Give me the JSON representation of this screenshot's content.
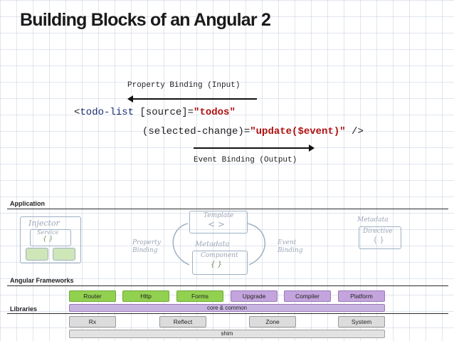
{
  "title": "Building Blocks of an Angular 2",
  "binding": {
    "property_caption": "Property Binding (Input)",
    "event_caption": "Event Binding (Output)",
    "code_line1": {
      "open": "<",
      "tag": "todo-list",
      "attr": " [source]=",
      "value": "\"todos\""
    },
    "code_line2": {
      "attr": "(selected-change)=",
      "value": "\"update($event)\"",
      "close": " />"
    }
  },
  "sections": {
    "application": "Application",
    "frameworks": "Angular Frameworks",
    "libraries": "Libraries"
  },
  "sketch": {
    "injector": "Injector",
    "service": "Service",
    "braces": "{ }",
    "template": "Template",
    "angle_brackets": "< >",
    "metadata_center": "Metadata",
    "component": "Component",
    "property_binding_1": "Property",
    "property_binding_2": "Binding",
    "event_binding_1": "Event",
    "event_binding_2": "Binding",
    "metadata_right": "Metadata",
    "directive": "Directive"
  },
  "frameworks": [
    {
      "label": "Router",
      "color": "#92d050"
    },
    {
      "label": "Http",
      "color": "#92d050"
    },
    {
      "label": "Forms",
      "color": "#92d050"
    },
    {
      "label": "Upgrade",
      "color": "#c3a4dc"
    },
    {
      "label": "Compiler",
      "color": "#c3a4dc"
    },
    {
      "label": "Platform",
      "color": "#c3a4dc"
    }
  ],
  "core": "core & common",
  "libraries": [
    "Rx",
    "Reflect",
    "Zone",
    "System"
  ],
  "shim": "shim"
}
